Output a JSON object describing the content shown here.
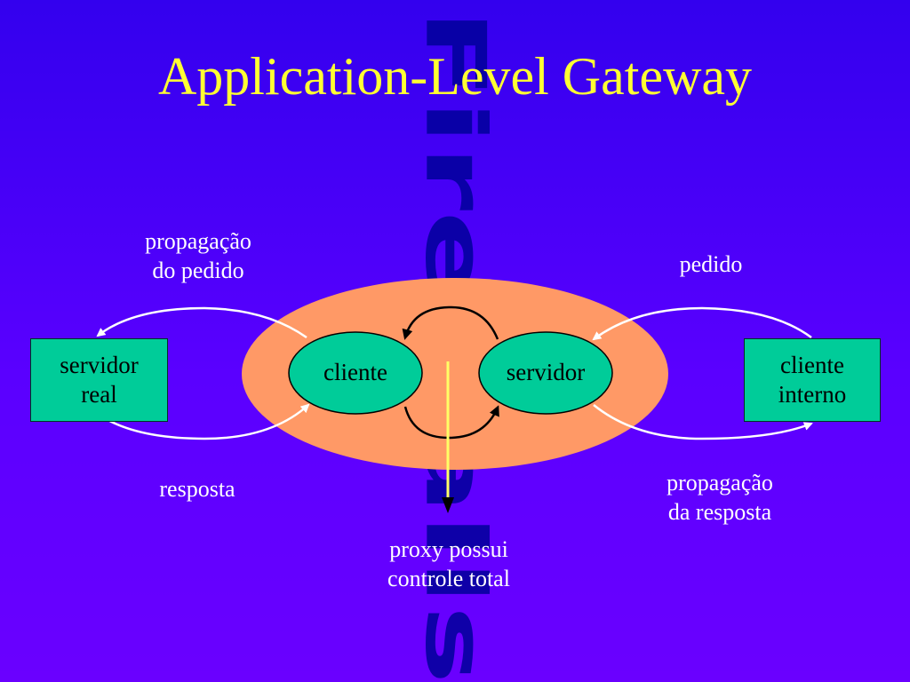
{
  "title": "Application-Level Gateway",
  "watermark": "Firewalls",
  "proxy": {
    "left_node": "cliente",
    "right_node": "servidor"
  },
  "boxes": {
    "left": [
      "servidor",
      "real"
    ],
    "right": [
      "cliente",
      "interno"
    ]
  },
  "labels": {
    "top_left": [
      "propagação",
      "do pedido"
    ],
    "top_right": "pedido",
    "bottom_left": "resposta",
    "bottom_right": [
      "propagação",
      "da resposta"
    ],
    "bottom_center": [
      "proxy possui",
      "controle total"
    ]
  },
  "colors": {
    "background": "#4a00f5",
    "title": "#ffff33",
    "watermark": "#000099",
    "proxy_oval": "#ff9966",
    "node_fill": "#00cc99",
    "arrow_white": "#ffffff",
    "arrow_yellow": "#ffff66"
  }
}
